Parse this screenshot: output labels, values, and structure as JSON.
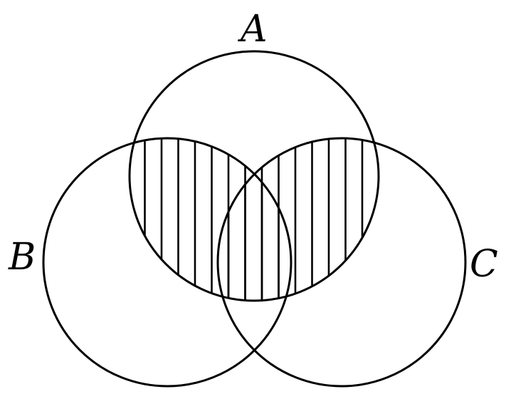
{
  "diagram": {
    "type": "venn",
    "sets": [
      {
        "id": "A",
        "label": "A"
      },
      {
        "id": "B",
        "label": "B"
      },
      {
        "id": "C",
        "label": "C"
      }
    ],
    "shaded_regions": [
      "A∩B",
      "A∩C"
    ],
    "shading_pattern": "vertical-lines",
    "colors": {
      "stroke": "#000000",
      "background": "#ffffff"
    }
  }
}
